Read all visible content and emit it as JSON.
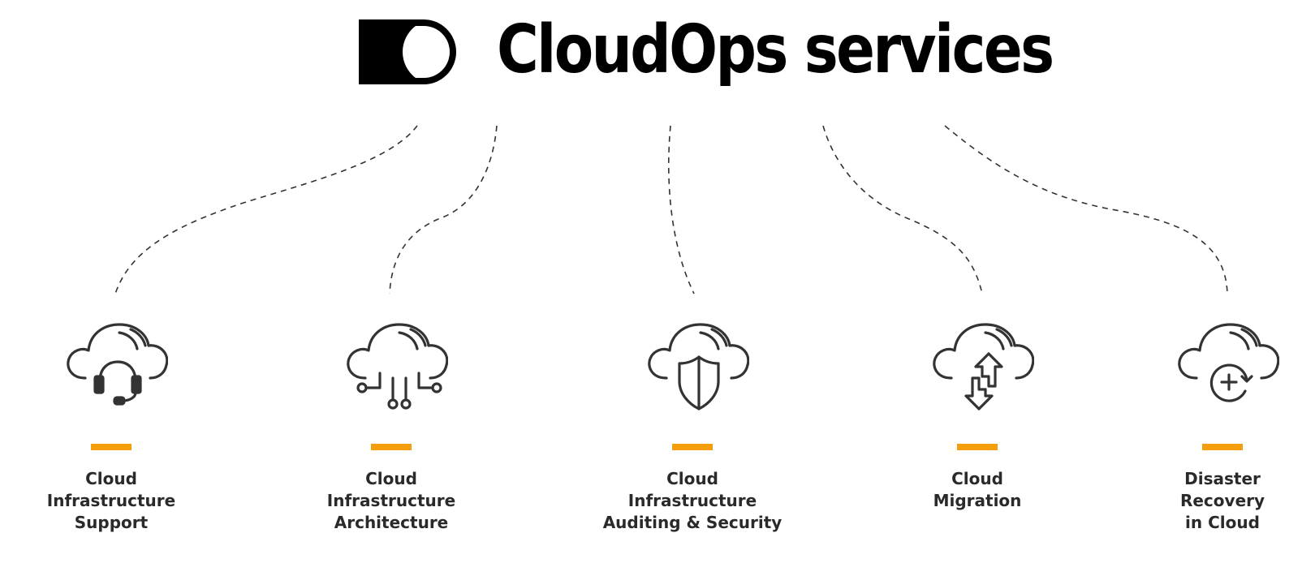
{
  "header": {
    "title": "CloudOps services",
    "logo_icon": "half-circle-logo-icon"
  },
  "colors": {
    "accent": "#f59e0b",
    "icon_stroke": "#333333",
    "text": "#2a2a2a",
    "connector": "#333333"
  },
  "services": [
    {
      "icon": "cloud-headset-icon",
      "label_lines": [
        "Cloud",
        "Infrastructure",
        "Support"
      ]
    },
    {
      "icon": "cloud-circuit-icon",
      "label_lines": [
        "Cloud",
        "Infrastructure",
        "Architecture"
      ]
    },
    {
      "icon": "cloud-shield-icon",
      "label_lines": [
        "Cloud",
        "Infrastructure",
        "Auditing & Security"
      ]
    },
    {
      "icon": "cloud-arrows-icon",
      "label_lines": [
        "Cloud",
        "Migration"
      ]
    },
    {
      "icon": "cloud-restore-icon",
      "label_lines": [
        "Disaster",
        "Recovery",
        "in Cloud"
      ]
    }
  ]
}
